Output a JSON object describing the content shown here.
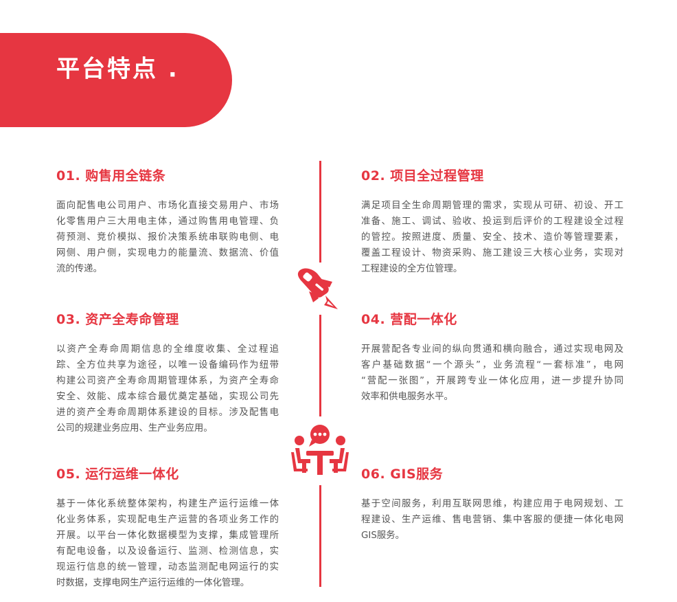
{
  "header": {
    "title": "平台特点 ."
  },
  "colors": {
    "accent": "#E63641",
    "body_text": "#555555",
    "background": "#FFFFFF"
  },
  "icons": {
    "rocket": "rocket-icon",
    "meeting": "meeting-discussion-icon"
  },
  "features": [
    {
      "title": "01. 购售用全链条",
      "lines": [
        "面向配售电公司用户、市场化直接交易用户、市场",
        "化零售用户三大用电主体，通过购售用电管理、负",
        "荷预测、竞价模拟、报价决策系统串联购电侧、电",
        "网侧、用户侧，实现电力的能量流、数据流、价值",
        "流的传递。"
      ]
    },
    {
      "title": "02. 项目全过程管理",
      "lines": [
        "满足项目全生命周期管理的需求，实现从可研、初设、开工",
        "准备、施工、调试、验收、投运到后评价的工程建设全过程",
        "的管控。按照进度、质量、安全、技术、造价等管理要素，",
        "覆盖工程设计、物资采购、施工建设三大核心业务，实现对",
        "工程建设的全方位管理。"
      ]
    },
    {
      "title": "03. 资产全寿命管理",
      "lines": [
        "以资产全寿命周期信息的全维度收集、全过程追",
        "踪、全方位共享为途径，以唯一设备编码作为纽带",
        "构建公司资产全寿命周期管理体系，为资产全寿命",
        "安全、效能、成本综合最优奠定基础，实现公司先",
        "进的资产全寿命周期体系建设的目标。涉及配售电",
        "公司的规建业务应用、生产业务应用。"
      ]
    },
    {
      "title": "04. 营配一体化",
      "lines": [
        "开展营配各专业间的纵向贯通和横向融合，通过实现电网及",
        "客户基础数据“一个源头”，业务流程“一套标准”，电网",
        "“营配一张图”，开展跨专业一体化应用，进一步提升协同",
        "效率和供电服务水平。"
      ]
    },
    {
      "title": "05. 运行运维一体化",
      "lines": [
        "基于一体化系统整体架构，构建生产运行运维一体",
        "化业务体系，实现配电生产运营的各项业务工作的",
        "开展。以平台一体化数据模型为支撑，集成管理所",
        "有配电设备，以及设备运行、监测、检测信息，实",
        "现运行信息的统一管理，动态监测配电网运行的实",
        "时数据，支撑电网生产运行运维的一体化管理。"
      ]
    },
    {
      "title": "06. GIS服务",
      "lines": [
        "基于空间服务，利用互联网思维，构建应用于电网规划、工",
        "程建设、生产运维、售电营销、集中客服的便捷一体化电网",
        "GIS服务。"
      ]
    }
  ]
}
